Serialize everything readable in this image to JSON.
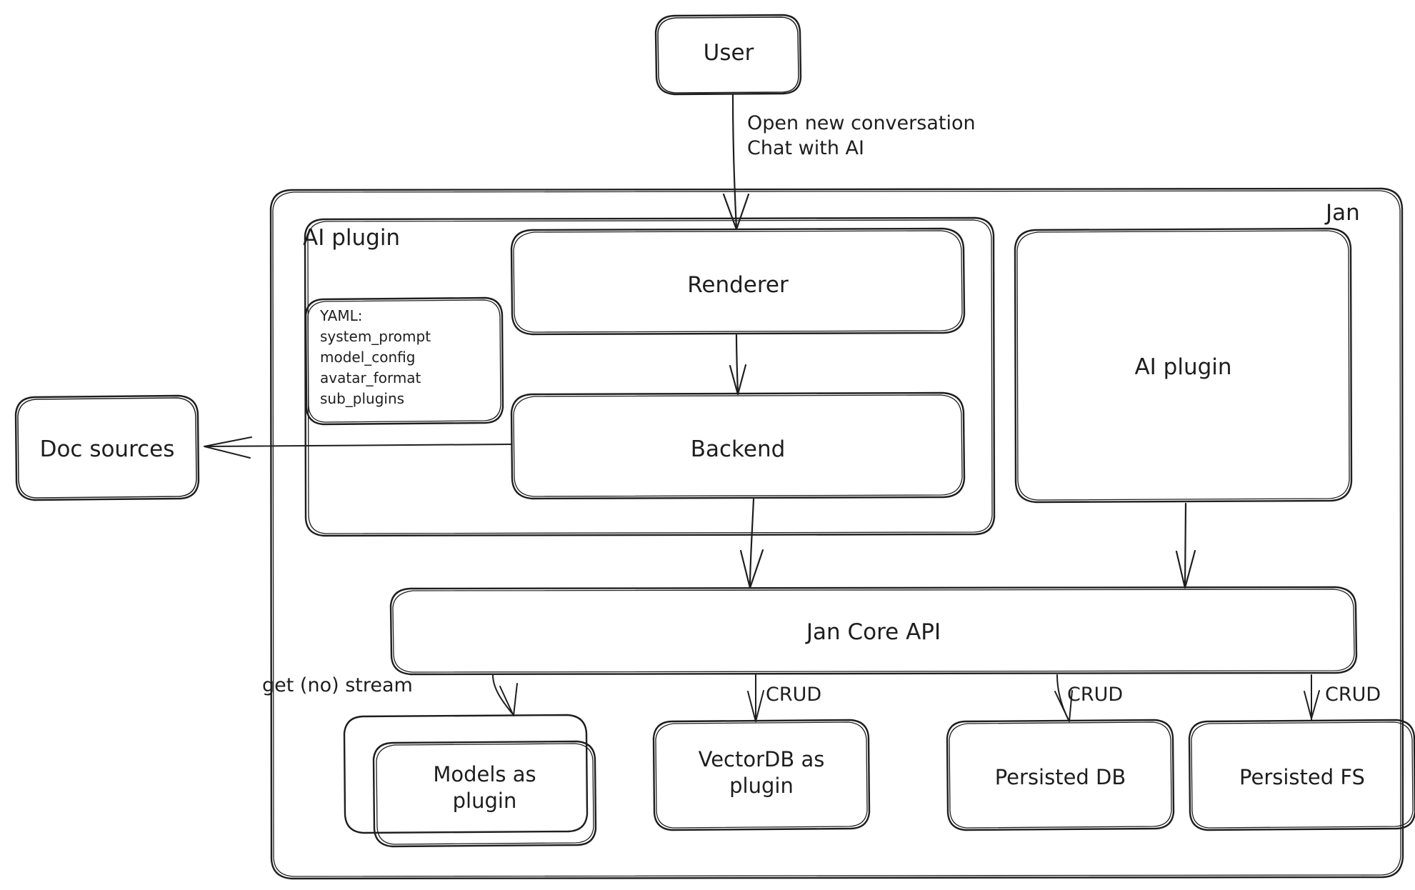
{
  "diagram": {
    "title": "Jan architecture diagram",
    "style": "hand-drawn",
    "stroke_color": "#1e1e1e",
    "background_color": "#ffffff"
  },
  "nodes": {
    "user": {
      "label": "User"
    },
    "doc_sources": {
      "label": "Doc sources"
    },
    "jan_container": {
      "label": "Jan"
    },
    "ai_plugin_group": {
      "label": "AI plugin"
    },
    "yaml_card": {
      "title": "YAML:",
      "lines": [
        "system_prompt",
        "model_config",
        "avatar_format",
        "sub_plugins"
      ],
      "text": "YAML:\nsystem_prompt\nmodel_config\navatar_format\nsub_plugins"
    },
    "renderer": {
      "label": "Renderer"
    },
    "backend": {
      "label": "Backend"
    },
    "ai_plugin_right": {
      "label": "AI plugin"
    },
    "jan_core_api": {
      "label": "Jan Core API"
    },
    "models_plugin": {
      "label": "Models as\nplugin"
    },
    "vectordb_plugin": {
      "label": "VectorDB as\nplugin"
    },
    "persisted_db": {
      "label": "Persisted DB"
    },
    "persisted_fs": {
      "label": "Persisted FS"
    }
  },
  "edges": {
    "user_to_renderer": {
      "label": "Open new conversation\nChat with AI"
    },
    "renderer_to_backend": {
      "label": ""
    },
    "backend_to_doc_sources": {
      "label": ""
    },
    "backend_to_core": {
      "label": ""
    },
    "ai_plugin_to_core": {
      "label": ""
    },
    "core_to_models": {
      "label": "get (no) stream"
    },
    "core_to_vectordb": {
      "label": "CRUD"
    },
    "core_to_persisted_db": {
      "label": "CRUD"
    },
    "core_to_persisted_fs": {
      "label": "CRUD"
    }
  }
}
